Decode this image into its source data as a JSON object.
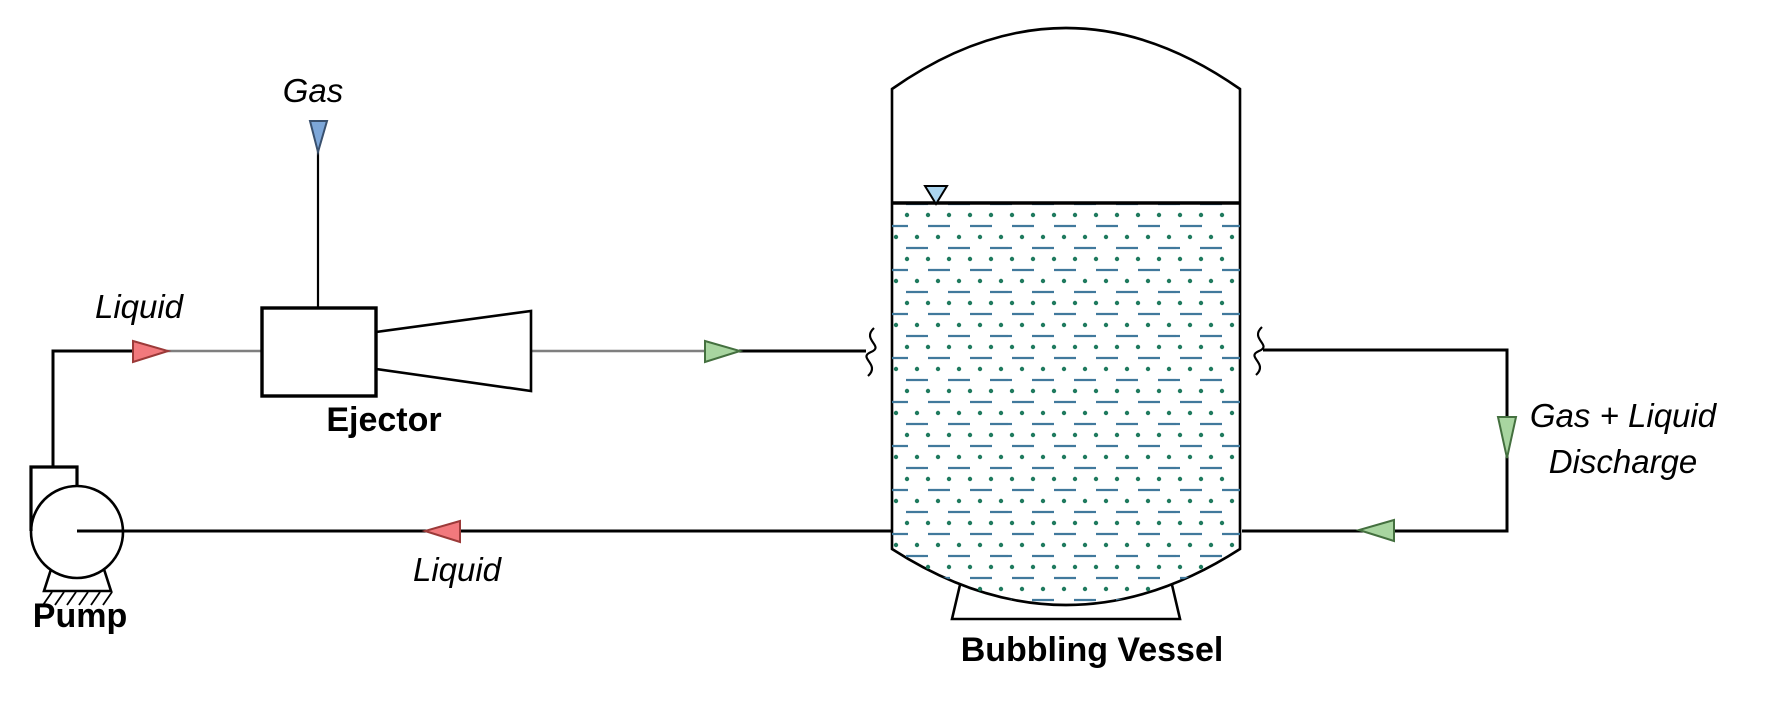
{
  "diagram": {
    "equipment": {
      "pump": "Pump",
      "ejector": "Ejector",
      "vessel": "Bubbling Vessel"
    },
    "streams": {
      "gas": "Gas",
      "liquid_feed": "Liquid",
      "liquid_return": "Liquid",
      "discharge_line1": "Gas + Liquid",
      "discharge_line2": "Discharge"
    },
    "colors": {
      "background": "#ffffff",
      "pipe": "#000000",
      "pipe_thin": "#7f7f7f",
      "gas_arrow": "#7da7d9",
      "level_marker": "#abd5ef",
      "liquid_arrow": "#f2797d",
      "mixture_arrow": "#a8d5a0",
      "bubble_dash": "#41799c",
      "bubble_dot": "#1f7a5e"
    }
  }
}
